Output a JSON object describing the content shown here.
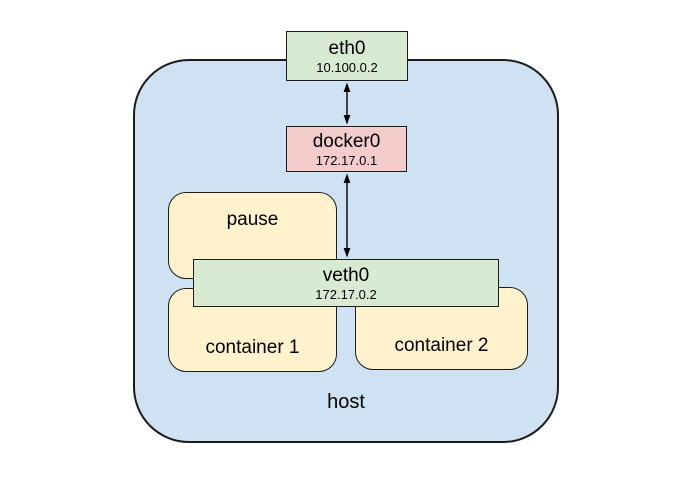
{
  "host": {
    "label": "host",
    "fill": "#cfe2f3"
  },
  "nodes": {
    "eth0": {
      "name": "eth0",
      "ip": "10.100.0.2",
      "fill": "#d9ead3"
    },
    "docker0": {
      "name": "docker0",
      "ip": "172.17.0.1",
      "fill": "#f4cccc"
    },
    "veth0": {
      "name": "veth0",
      "ip": "172.17.0.2",
      "fill": "#d9ead3"
    },
    "pause": {
      "label": "pause",
      "fill": "#fff2cc"
    },
    "container1": {
      "label": "container 1",
      "fill": "#fff2cc"
    },
    "container2": {
      "label": "container 2",
      "fill": "#fff2cc"
    }
  },
  "colors": {
    "arrow": "#000000",
    "box_border": "#1c1c1c",
    "canvas_bg": "#ffffff"
  }
}
